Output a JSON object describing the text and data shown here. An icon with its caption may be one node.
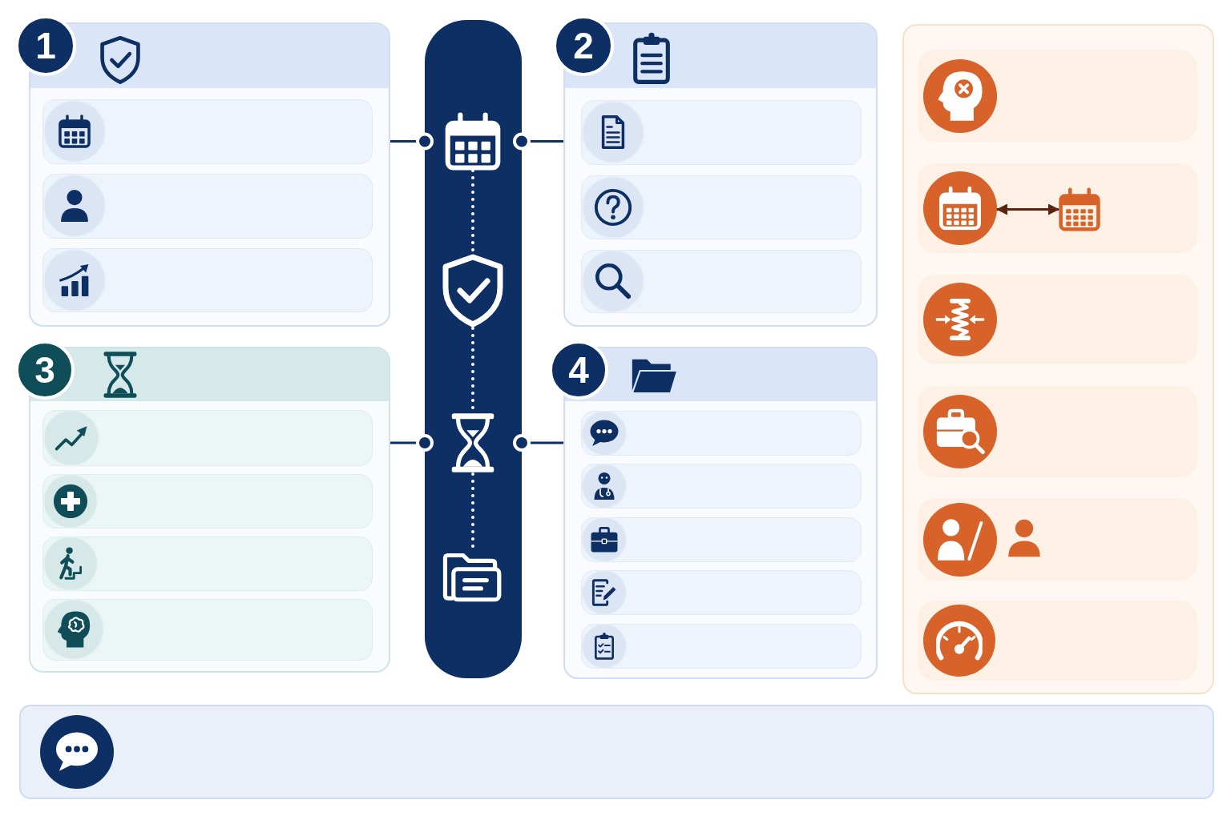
{
  "diagram": {
    "nodes": [
      {
        "text": [
          "1"
        ]
      },
      {
        "text": [],
        "shape": "box",
        "in": 0
      },
      {
        "text": [],
        "shape": "box",
        "in": 0
      },
      {
        "text": [],
        "shape": "box",
        "in": 0
      },
      {
        "text": [],
        "shape": "bar"
      },
      {
        "text": [],
        "shape": "picture",
        "in": 4
      },
      {
        "text": [],
        "shape": "picture",
        "in": 4
      },
      {
        "text": [],
        "shape": "picture",
        "in": 4
      },
      {
        "text": [],
        "shape": "picture",
        "in": 4
      },
      {
        "text": [
          "2"
        ]
      },
      {
        "text": [],
        "shape": "box",
        "in": 9
      },
      {
        "text": [],
        "shape": "box",
        "in": 9
      },
      {
        "text": [],
        "shape": "box",
        "in": 9
      },
      {
        "text": [],
        "shape": "box"
      },
      {
        "text": [],
        "shape": "box",
        "in": 13
      },
      {
        "text": [],
        "shape": "box",
        "in": 13
      },
      {
        "text": [],
        "shape": "box",
        "in": 13
      },
      {
        "text": [],
        "shape": "box",
        "in": 13
      },
      {
        "text": [],
        "shape": "box",
        "in": 13
      },
      {
        "text": [],
        "shape": "box",
        "in": 13
      },
      {
        "text": [],
        "shape": "picture",
        "in": 15
      },
      {
        "text": [],
        "shape": "picture",
        "in": 15
      },
      {
        "text": [
          "3"
        ]
      },
      {
        "text": [],
        "shape": "box",
        "in": 22
      },
      {
        "text": [],
        "shape": "box",
        "in": 22
      },
      {
        "text": [],
        "shape": "box",
        "in": 22
      },
      {
        "text": [],
        "shape": "box",
        "in": 22
      },
      {
        "text": [
          "4"
        ]
      },
      {
        "text": [],
        "shape": "box",
        "in": 27
      },
      {
        "text": [],
        "shape": "box",
        "in": 27
      },
      {
        "text": [],
        "shape": "box",
        "in": 27
      },
      {
        "text": [],
        "shape": "box",
        "in": 27
      },
      {
        "text": [],
        "shape": "box",
        "in": 27
      },
      {
        "text": [],
        "shape": "box"
      }
    ],
    "edges": [
      {
        "from": 0,
        "to": 5,
        "arrow": "other"
      },
      {
        "from": 9,
        "to": 5,
        "arrow": "other"
      },
      {
        "from": 22,
        "to": 7,
        "arrow": "other"
      },
      {
        "from": 27,
        "to": 7,
        "arrow": "other"
      },
      {
        "from": 5,
        "to": 6,
        "arrow": "none",
        "style": "dashed",
        "color": "#ffffff"
      },
      {
        "from": 6,
        "to": 7,
        "arrow": "none",
        "style": "dashed",
        "color": "#ffffff"
      },
      {
        "from": 7,
        "to": 8,
        "arrow": "none",
        "style": "dashed",
        "color": "#ffffff"
      },
      {
        "from": 20,
        "to": 21,
        "arrow": "both",
        "color": "#5b2410"
      }
    ]
  }
}
